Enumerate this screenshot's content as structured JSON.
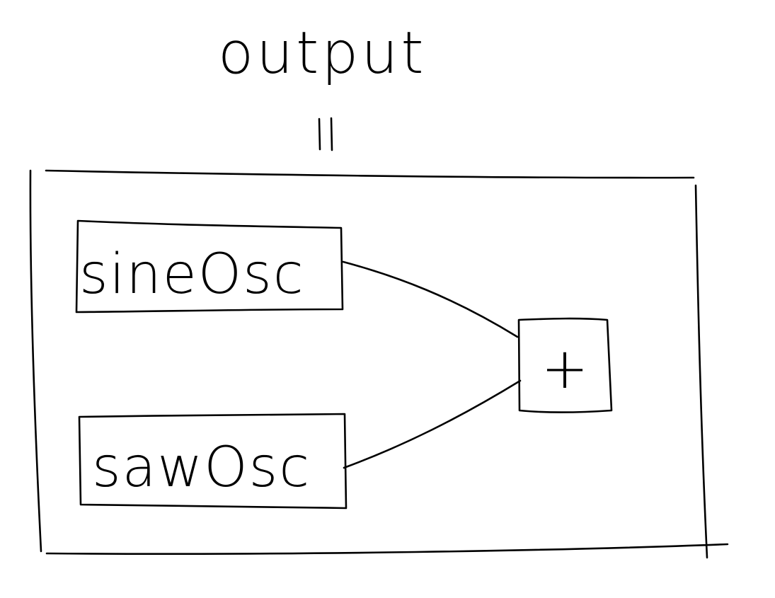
{
  "diagram": {
    "output_label": "output",
    "nodes": [
      {
        "id": "sine",
        "label": "sineOsc"
      },
      {
        "id": "saw",
        "label": "sawOsc"
      }
    ],
    "operator": {
      "symbol": "+"
    },
    "colors": {
      "ink": "#000000",
      "background": "#ffffff"
    }
  }
}
